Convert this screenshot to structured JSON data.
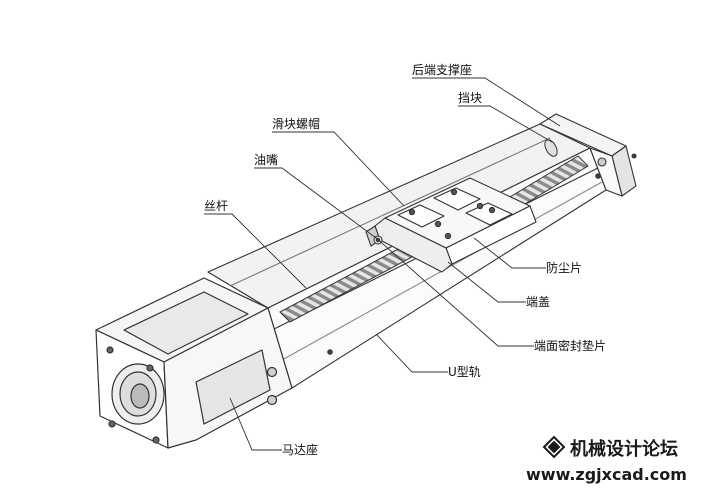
{
  "labels": {
    "rear_support": "后端支撑座",
    "stopper": "挡块",
    "slider_nut": "滑块螺帽",
    "oil_nozzle": "油嘴",
    "lead_screw": "丝杆",
    "dust_cover": "防尘片",
    "end_cap": "端盖",
    "end_seal": "端面密封垫片",
    "u_rail": "U型轨",
    "motor_seat": "马达座"
  },
  "watermark": {
    "title": "机械设计论坛",
    "url": "www.zgjxcad.com"
  },
  "colors": {
    "line": "#333333",
    "screw": "#9a9a9a",
    "body_fill": "#f7f7f7",
    "shade": "#d9d9d9"
  }
}
